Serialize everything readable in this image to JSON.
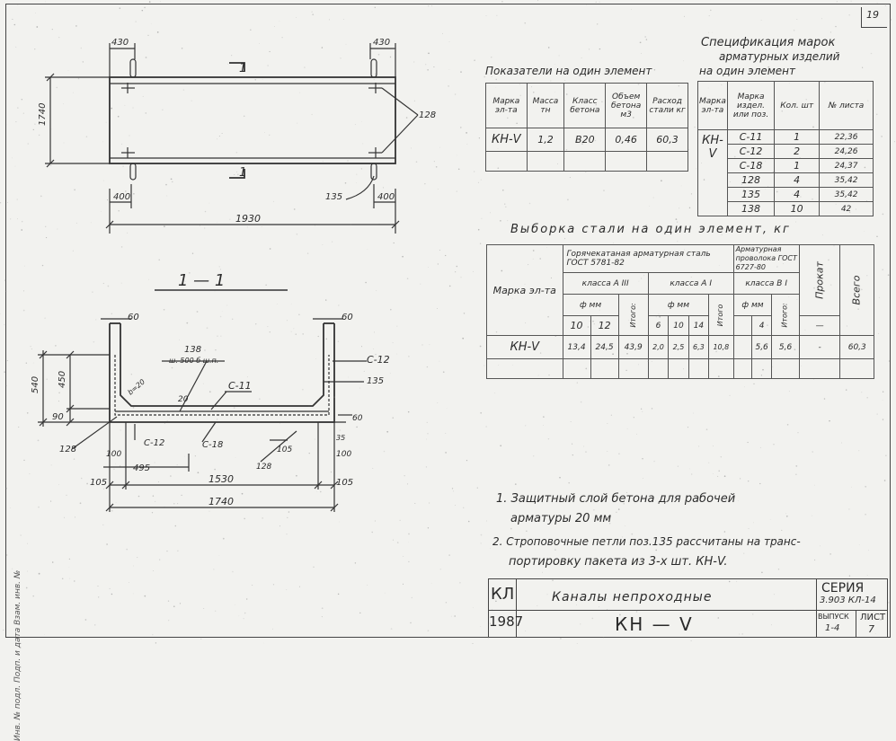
{
  "sheet_corner_number": "19",
  "plan": {
    "dim_left_top": "430",
    "dim_right_top": "430",
    "dim_height": "1740",
    "section_mark": "1",
    "leader_128": "128",
    "leader_135": "135",
    "dim_left_bottom": "400",
    "dim_right_bottom": "400",
    "dim_total_length": "1930"
  },
  "section": {
    "title": "1 — 1",
    "dim_60_left": "60",
    "dim_60_right": "60",
    "label_138": "138",
    "label_step": "ш. 500 б ш.п.",
    "label_c11": "С-11",
    "label_c12_right": "С-12",
    "label_135": "135",
    "label_20": "20",
    "label_60_side": "60",
    "dim_540": "540",
    "dim_450": "450",
    "dim_90": "90",
    "label_128_left": "128",
    "label_c12_bottom": "С-12",
    "label_c18": "С-18",
    "label_105_inner": "105",
    "label_128_bottom": "128",
    "dim_100_left": "100",
    "dim_100_right": "100",
    "dim_495": "495",
    "dim_35": "35",
    "dim_105_left": "105",
    "dim_1530": "1530",
    "dim_105_right": "105",
    "dim_1740": "1740",
    "label_bevel": "b=20"
  },
  "indicators": {
    "title": "Показатели на один элемент",
    "headers": [
      "Марка эл-та",
      "Масса тн",
      "Класс бетона",
      "Объем бетона м3",
      "Расход стали кг"
    ],
    "rows": [
      [
        "КН-V",
        "1,2",
        "В20",
        "0,46",
        "60,3"
      ]
    ]
  },
  "specification": {
    "title_line1": "Спецификация марок",
    "title_line2": "арматурных изделий",
    "title_line3": "на один элемент",
    "headers": [
      "Марка эл-та",
      "Марка издел. или поз.",
      "Кол. шт",
      "№ листа"
    ],
    "element": "КН-V",
    "rows": [
      [
        "С-11",
        "1",
        "22,36"
      ],
      [
        "С-12",
        "2",
        "24,26"
      ],
      [
        "С-18",
        "1",
        "24,37"
      ],
      [
        "128",
        "4",
        "35,42"
      ],
      [
        "135",
        "4",
        "35,42"
      ],
      [
        "138",
        "10",
        "42"
      ]
    ]
  },
  "steel": {
    "title": "Выборка стали на один элемент, кг",
    "head_mark": "Марка эл-та",
    "head_hot": "Горячекатаная арматурная сталь ГОСТ 5781-82",
    "head_wire": "Арматурная проволока ГОСТ 6727-80",
    "head_prokat": "Прокат",
    "head_total": "Всего",
    "class_a3": "класса А III",
    "class_a1": "класса А I",
    "class_b1": "класса В I",
    "dia_a3": "ф мм",
    "dia_a1": "ф мм",
    "dia_b1": "ф мм",
    "itogo": "Итого:",
    "itogo2": "Итого",
    "itogo3": "Итого:",
    "d_a3": [
      "10",
      "12"
    ],
    "d_a1": [
      "6",
      "10",
      "14"
    ],
    "d_b1": [
      "4"
    ],
    "dash": "—",
    "row": {
      "mark": "КН-V",
      "a3": [
        "13,4",
        "24,5"
      ],
      "a3_total": "43,9",
      "a1": [
        "2,0",
        "2,5",
        "6,3"
      ],
      "a1_total": "10,8",
      "b1": [
        "5,6"
      ],
      "b1_total": "5,6",
      "prokat": "-",
      "total": "60,3"
    }
  },
  "notes": {
    "n1_line1": "1. Защитный слой бетона для рабочей",
    "n1_line2": "арматуры 20 мм",
    "n2_line1": "2. Строповочные петли поз.135 рассчитаны на транс-",
    "n2_line2": "портировку пакета из 3-х шт. КН-V."
  },
  "title_block": {
    "code": "КЛ",
    "year": "1987",
    "name": "Каналы непроходные",
    "mark": "КН — V",
    "series_label": "СЕРИЯ",
    "series_value": "3.903 КЛ-14",
    "issue_label": "ВЫПУСК",
    "issue_value": "1-4",
    "sheet_label": "ЛИСТ",
    "sheet_value": "7"
  },
  "margin_stamp": "Инв. № подл.   Подп. и дата   Взам. инв. №"
}
